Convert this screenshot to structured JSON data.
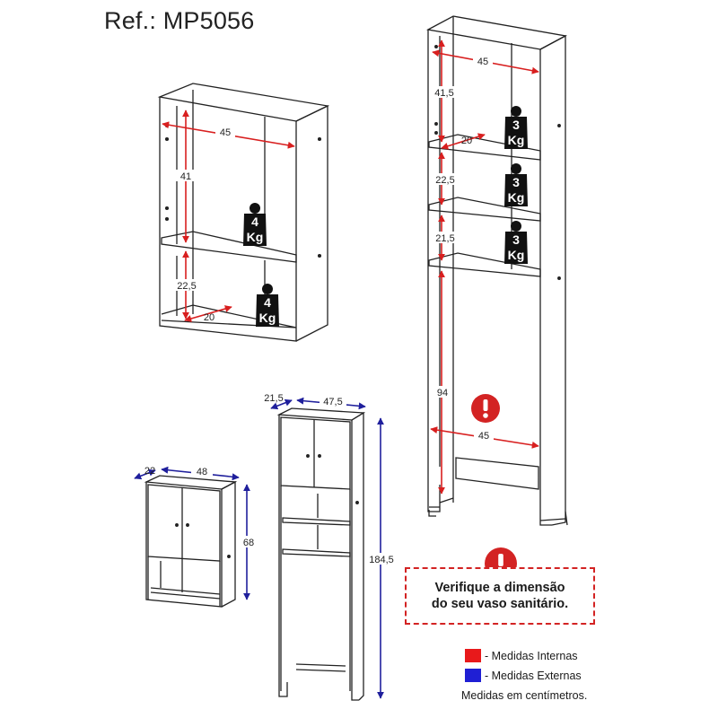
{
  "header": {
    "reference": "Ref.: MP5056"
  },
  "upper_cabinet": {
    "width_inner": "45",
    "height_top": "41",
    "height_bottom": "22,5",
    "depth_inner": "20",
    "load_top": {
      "value": "4",
      "unit": "Kg"
    },
    "load_bottom": {
      "value": "4",
      "unit": "Kg"
    }
  },
  "tall_cabinet": {
    "width_top": "45",
    "height_section_1": "41,5",
    "depth_inner": "20",
    "height_section_2": "22,5",
    "height_section_3": "21,5",
    "clearance_height": "94",
    "clearance_width": "45",
    "loads": [
      {
        "value": "3",
        "unit": "Kg"
      },
      {
        "value": "3",
        "unit": "Kg"
      },
      {
        "value": "3",
        "unit": "Kg"
      }
    ]
  },
  "small_unit_external": {
    "depth": "22",
    "width": "48",
    "height": "68"
  },
  "tall_unit_external": {
    "depth": "21,5",
    "width": "47,5",
    "height": "184,5"
  },
  "warning": {
    "line1": "Verifique a dimensão",
    "line2": "do seu vaso sanitário."
  },
  "legend": {
    "internal_label": "- Medidas Internas",
    "external_label": "- Medidas Externas",
    "internal_color": "#e8191b",
    "external_color": "#1f1fd4"
  },
  "footnote": "Medidas em centímetros.",
  "colors": {
    "internal": "#d81f1f",
    "external": "#1f1f9c",
    "warning": "#d32323"
  }
}
